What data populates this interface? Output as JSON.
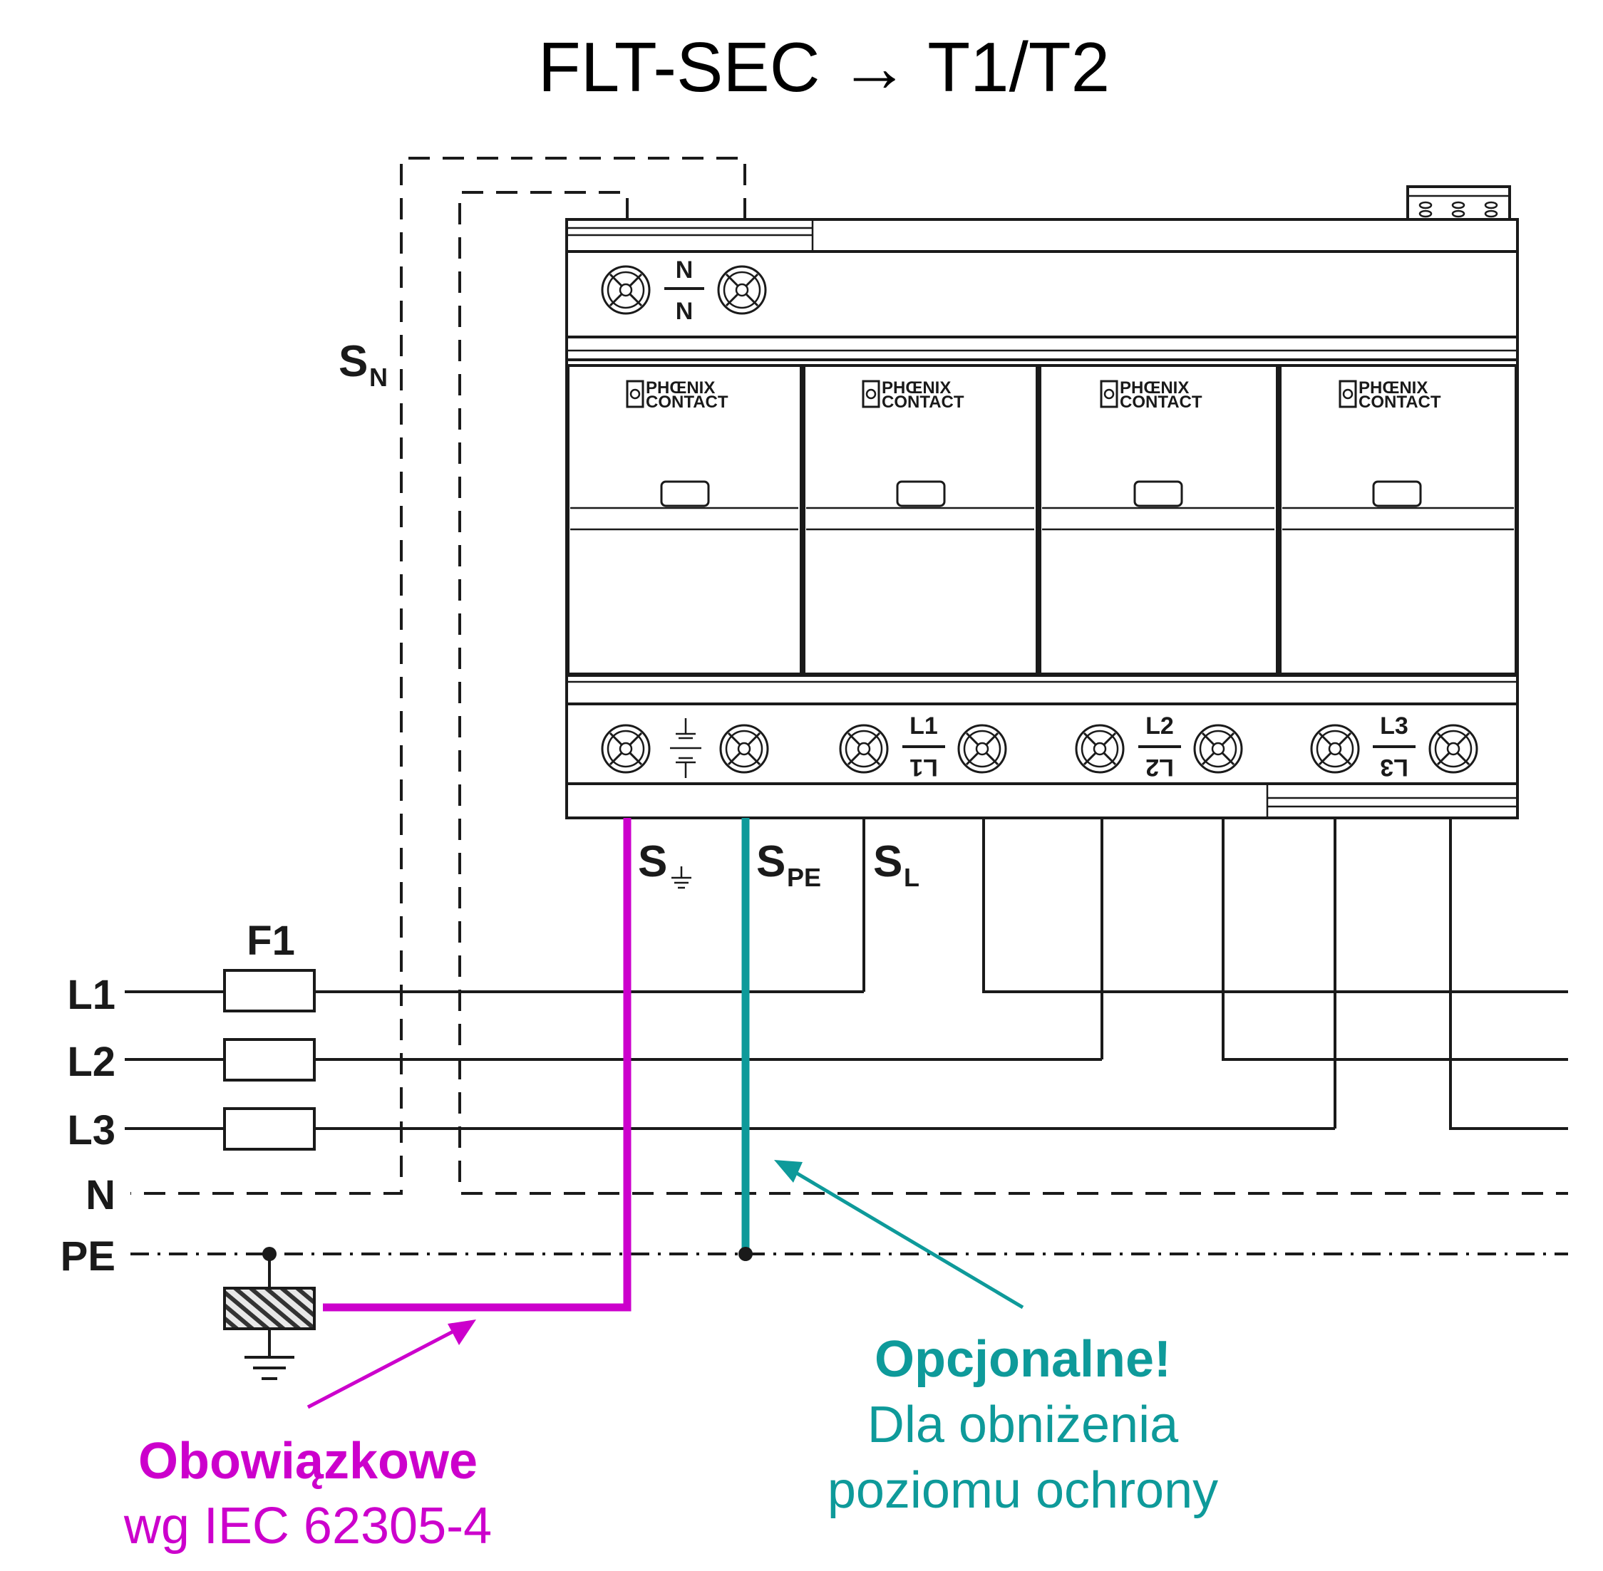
{
  "title": "FLT-SEC → T1/T2",
  "lines": [
    "L1",
    "L2",
    "L3",
    "N",
    "PE"
  ],
  "fuse_label": "F1",
  "wire_labels": {
    "sn": "S",
    "sn_sub": "N",
    "s_ground": "S",
    "s_pe": "S",
    "s_pe_sub": "PE",
    "s_l": "S",
    "s_l_sub": "L"
  },
  "device": {
    "top_terminal": {
      "top": "N",
      "bottom": "N"
    },
    "modules": [
      {
        "brand_line1": "PHŒNIX",
        "brand_line2": "CONTACT"
      },
      {
        "brand_line1": "PHŒNIX",
        "brand_line2": "CONTACT"
      },
      {
        "brand_line1": "PHŒNIX",
        "brand_line2": "CONTACT"
      },
      {
        "brand_line1": "PHŒNIX",
        "brand_line2": "CONTACT"
      }
    ],
    "bottom_terminals": [
      {
        "top": "L1",
        "bottom": "L1"
      },
      {
        "top": "L2",
        "bottom": "L2"
      },
      {
        "top": "L3",
        "bottom": "L3"
      }
    ]
  },
  "annotations": {
    "mandatory": {
      "title": "Obowiązkowe",
      "text": "wg IEC 62305-4",
      "color": "#CC00CC"
    },
    "optional": {
      "title": "Opcjonalne!",
      "line1": "Dla obniżenia",
      "line2": "poziomu ochrony",
      "color": "#0E9A9A"
    }
  },
  "icons": [
    "screw-terminal-icon",
    "earth-ground-icon",
    "equipotential-bar-icon",
    "arrow-icon"
  ]
}
